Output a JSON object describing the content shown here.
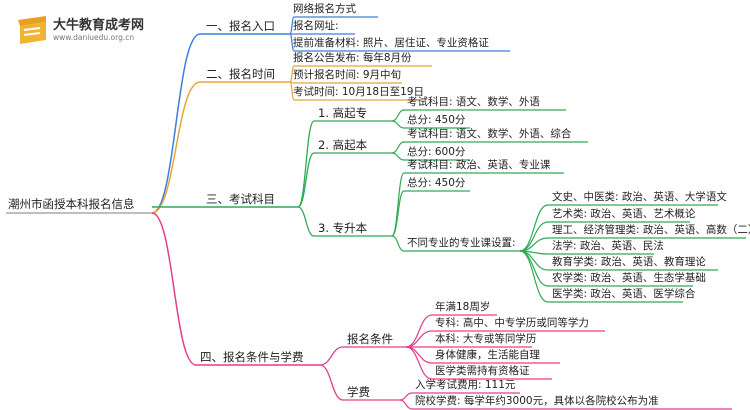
{
  "brand": {
    "name": "大牛教育成考网",
    "url": "www.daniuedu.org.cn",
    "logo_icon": "graduation-cap-icon"
  },
  "colors": {
    "blue": "#3b7fd9",
    "orange": "#e8a33a",
    "green": "#2faa55",
    "pink": "#e43d8c"
  },
  "root": "潮州市函授本科报名信息",
  "b1": {
    "label": "一、报名入口",
    "items": [
      "网络报名方式",
      "报名网址:",
      "提前准备材料: 照片、居住证、专业资格证"
    ]
  },
  "b2": {
    "label": "二、报名时间",
    "items": [
      "报名公告发布: 每年8月份",
      "预计报名时间: 9月中旬",
      "考试时间: 10月18日至19日"
    ]
  },
  "b3": {
    "label": "三、考试科目",
    "gq": {
      "label": "1. 高起专",
      "items": [
        "考试科目: 语文、数学、外语",
        "总分: 450分"
      ]
    },
    "gb": {
      "label": "2. 高起本",
      "items": [
        "考试科目: 语文、数学、外语、综合",
        "总分: 600分"
      ]
    },
    "zs": {
      "label": "3. 专升本",
      "items": [
        "考试科目: 政治、英语、专业课",
        "总分: 450分"
      ],
      "diff": {
        "label": "不同专业的专业课设置:",
        "items": [
          "文史、中医类: 政治、英语、大学语文",
          "艺术类: 政治、英语、艺术概论",
          "理工、经济管理类: 政治、英语、高数（二）",
          "法学: 政治、英语、民法",
          "教育学类: 政治、英语、教育理论",
          "农学类: 政治、英语、生态学基础",
          "医学类: 政治、英语、医学综合"
        ]
      }
    }
  },
  "b4": {
    "label": "四、报名条件与学费",
    "cond": {
      "label": "报名条件",
      "items": [
        "年满18周岁",
        "专科: 高中、中专学历或同等学力",
        "本科: 大专或等同学历",
        "身体健康，生活能自理",
        "医学类需持有资格证"
      ]
    },
    "fee": {
      "label": "学费",
      "items": [
        "入学考试费用: 111元",
        "院校学费: 每学年约3000元，具体以各院校公布为准"
      ]
    }
  }
}
